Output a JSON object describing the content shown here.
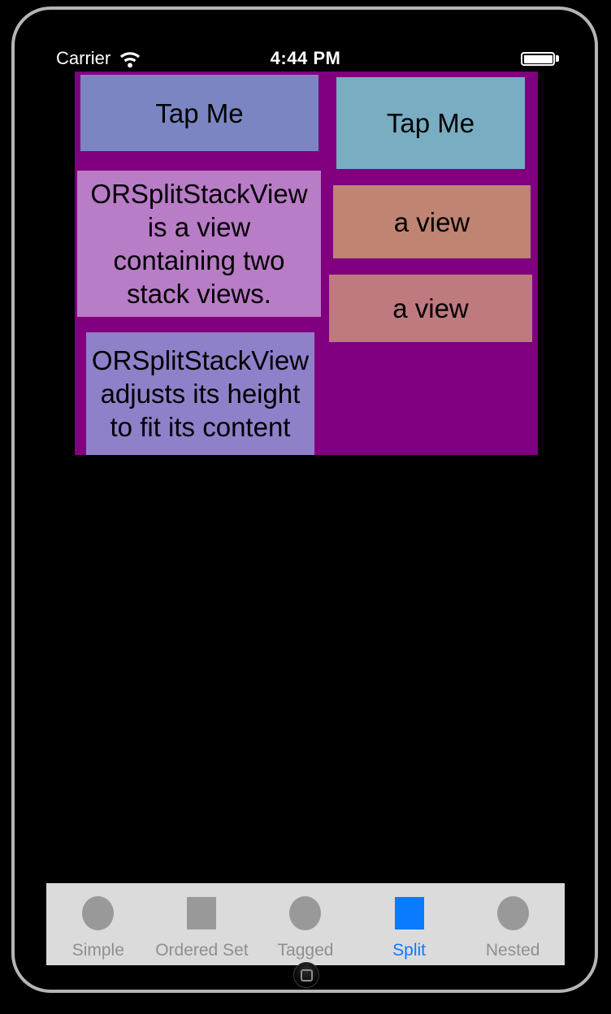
{
  "status_bar": {
    "carrier": "Carrier",
    "time": "4:44 PM"
  },
  "split_view": {
    "background_color": "#800080",
    "left_stack": {
      "tap_button": {
        "label": "Tap Me",
        "color": "#7B85C1"
      },
      "description": {
        "label": "ORSplitStackView\nis a view\ncontaining two\nstack views.",
        "color": "#B97CC7"
      },
      "note": {
        "label": "ORSplitStackView\nadjusts its height\nto fit its content",
        "color": "#9080C9"
      }
    },
    "right_stack": {
      "tap_button": {
        "label": "Tap Me",
        "color": "#78ADC2"
      },
      "view1": {
        "label": "a view",
        "color": "#BF8472"
      },
      "view2": {
        "label": "a view",
        "color": "#BF7A80"
      }
    }
  },
  "tab_bar": {
    "background_color": "#DBDBDB",
    "icon_color": "#999999",
    "label_color": "#8F8F8F",
    "selected_color": "#0A7AFF",
    "selected": "Split",
    "tabs": [
      {
        "label": "Simple",
        "icon": "circle"
      },
      {
        "label": "Ordered Set",
        "icon": "square"
      },
      {
        "label": "Tagged",
        "icon": "circle"
      },
      {
        "label": "Split",
        "icon": "square"
      },
      {
        "label": "Nested",
        "icon": "circle"
      }
    ]
  }
}
